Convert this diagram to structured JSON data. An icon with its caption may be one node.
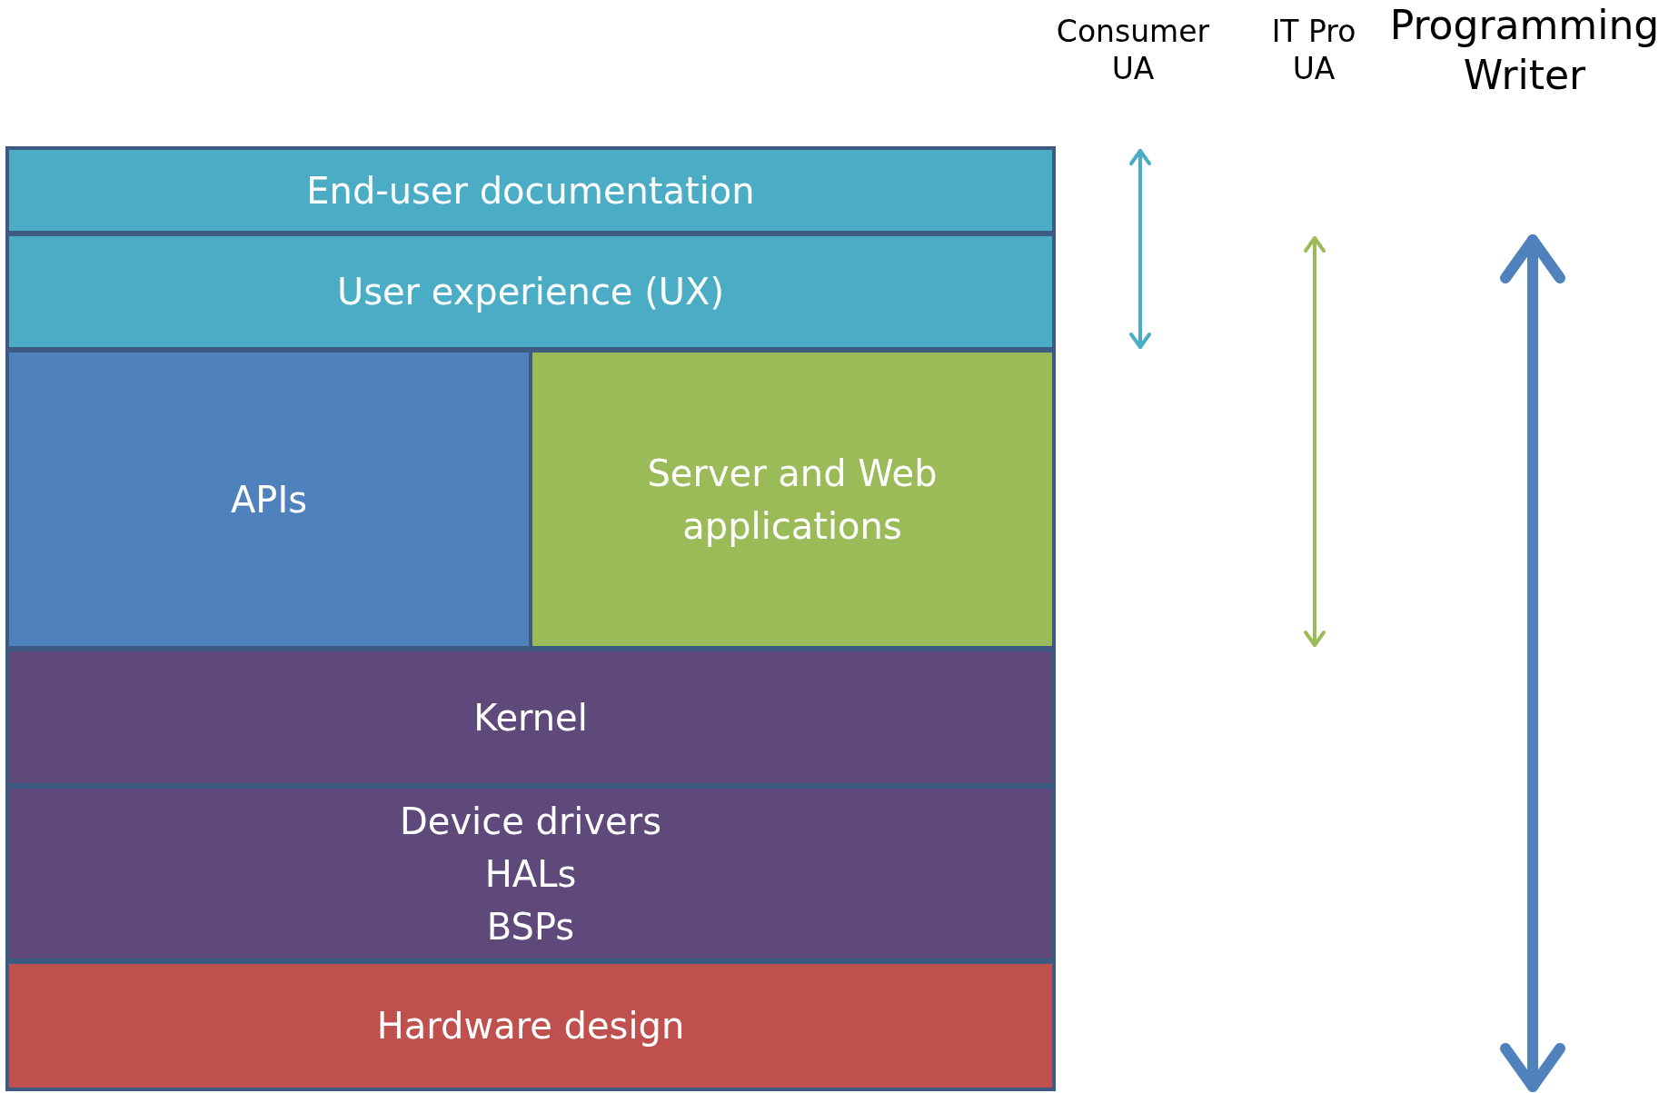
{
  "diagram": {
    "nodes": [
      {
        "text": [
          "End-user documentation"
        ]
      },
      {
        "text": [
          "User experience (UX)"
        ]
      },
      {
        "text": [
          "APIs"
        ]
      },
      {
        "text": [
          "Server and Web applications"
        ]
      },
      {
        "text": [
          "Kernel"
        ]
      },
      {
        "text": [
          "Device drivers",
          "HALs",
          "BSPs"
        ]
      },
      {
        "text": [
          "Hardware design"
        ]
      }
    ],
    "labels": [
      "Consumer UA",
      "IT Pro UA",
      "Programming Writer"
    ]
  }
}
